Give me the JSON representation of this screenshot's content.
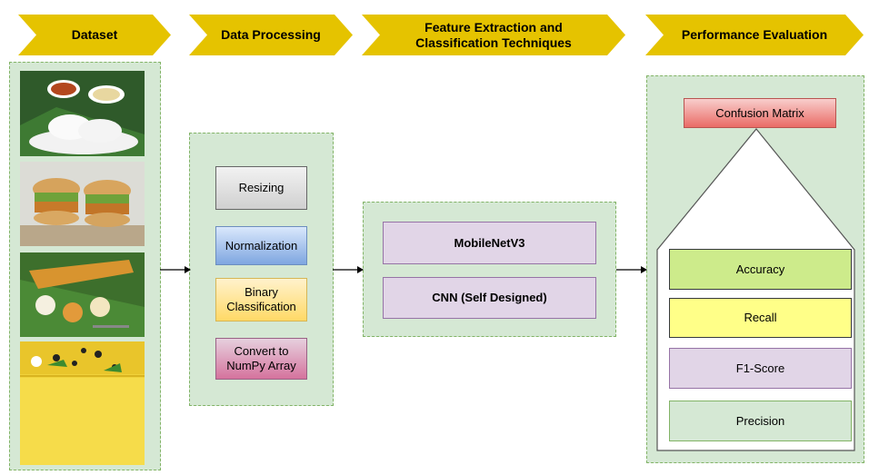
{
  "stages": {
    "dataset": "Dataset",
    "processing": "Data Processing",
    "feature_line1": "Feature Extraction and",
    "feature_line2": "Classification Techniques",
    "performance": "Performance Evaluation"
  },
  "processing_steps": {
    "resizing": "Resizing",
    "normalization": "Normalization",
    "binary_line1": "Binary",
    "binary_line2": "Classification",
    "numpy_line1": "Convert to",
    "numpy_line2": "NumPy Array"
  },
  "models": {
    "mobilenet": "MobileNetV3",
    "cnn": "CNN (Self Designed)"
  },
  "metrics": {
    "confusion_matrix": "Confusion Matrix",
    "accuracy": "Accuracy",
    "recall": "Recall",
    "f1": "F1-Score",
    "precision": "Precision"
  },
  "colors": {
    "chevron": "#e5c300",
    "panel": "#d5e8d4",
    "gray": "#e0e0e0",
    "blue": "#9ec3ee",
    "yellow": "#fff0aa",
    "pink": "#e07bb0",
    "lavender": "#e1d5e7",
    "red": "#f58a8a",
    "green": "#cde89a",
    "bright_yellow": "#ffff88"
  }
}
